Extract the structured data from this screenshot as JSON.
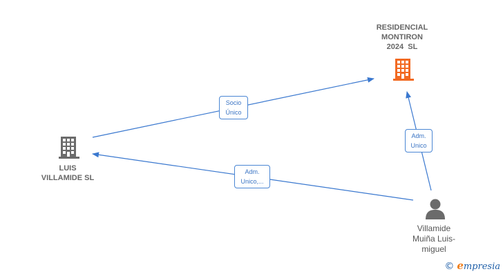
{
  "nodes": {
    "residencial": {
      "lines": [
        "RESIDENCIAL",
        "MONTIRON",
        "2024  SL"
      ],
      "icon": "building-icon",
      "color": "#f26a22"
    },
    "luis": {
      "lines": [
        "LUIS",
        "VILLAMIDE SL"
      ],
      "icon": "building-icon",
      "color": "#6b6b6b"
    },
    "person": {
      "lines": [
        "Villamide",
        "Muiña Luis-",
        "miguel"
      ],
      "icon": "person-icon",
      "color": "#6b6b6b"
    }
  },
  "edges": {
    "socio": {
      "lines": [
        "Socio",
        "Único"
      ]
    },
    "adm_person_luis": {
      "lines": [
        "Adm.",
        "Unico,..."
      ]
    },
    "adm_person_res": {
      "lines": [
        "Adm.",
        "Unico"
      ]
    }
  },
  "colors": {
    "edge": "#3a78cf",
    "accent": "#f26a22"
  },
  "brand": {
    "symbol": "©",
    "initial": "e",
    "rest": "mpresia"
  }
}
